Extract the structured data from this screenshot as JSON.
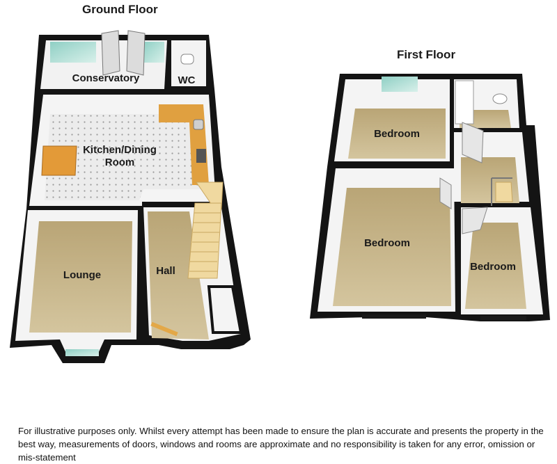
{
  "ground_floor": {
    "title": "Ground Floor",
    "rooms": {
      "conservatory": "Conservatory",
      "wc": "WC",
      "kitchen_line1": "Kitchen/Dining",
      "kitchen_line2": "Room",
      "lounge": "Lounge",
      "hall": "Hall"
    }
  },
  "first_floor": {
    "title": "First Floor",
    "rooms": {
      "bedroom_top": "Bedroom",
      "bedroom_large": "Bedroom",
      "bedroom_small": "Bedroom"
    }
  },
  "disclaimer": {
    "text": "For illustrative purposes only. Whilst every attempt has been made to ensure the plan is accurate and presents the property in the best way, measurements of doors, windows and rooms are approximate and no responsibility is taken for any error, omission or mis-statement"
  },
  "colors": {
    "floor_carpet": "#c9b98f",
    "floor_tile": "#e9e9e9",
    "wall_dark": "#141414",
    "wall_inner": "#f4f4f4",
    "worktop": "#e0a040",
    "stairs": "#f0d9a0",
    "glass": "#a9d9d0"
  }
}
